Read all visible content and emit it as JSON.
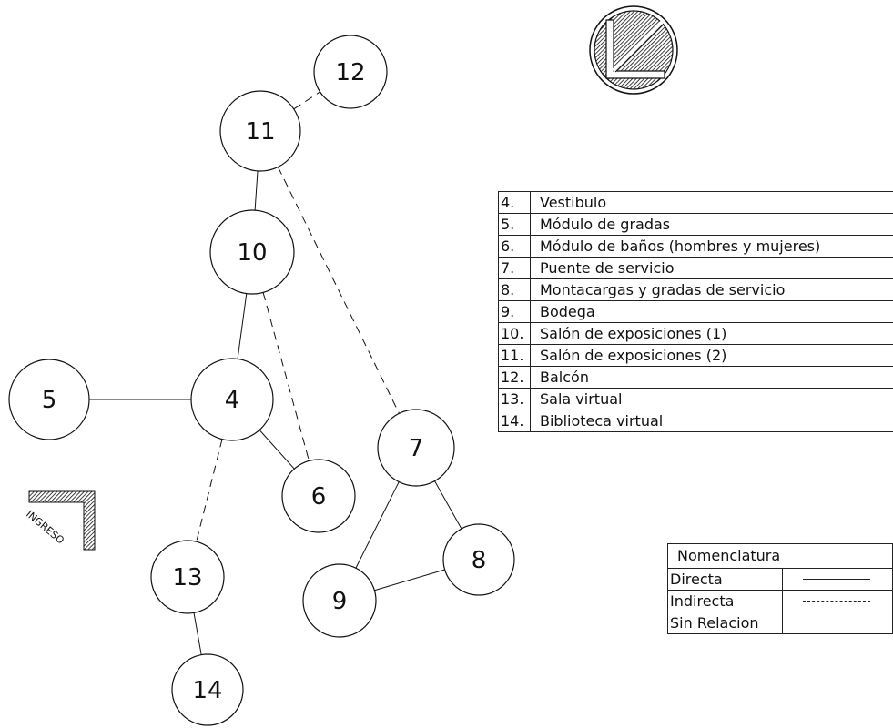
{
  "nodes": [
    {
      "id": "4",
      "label": "4"
    },
    {
      "id": "5",
      "label": "5"
    },
    {
      "id": "6",
      "label": "6"
    },
    {
      "id": "7",
      "label": "7"
    },
    {
      "id": "8",
      "label": "8"
    },
    {
      "id": "9",
      "label": "9"
    },
    {
      "id": "10",
      "label": "10"
    },
    {
      "id": "11",
      "label": "11"
    },
    {
      "id": "12",
      "label": "12"
    },
    {
      "id": "13",
      "label": "13"
    },
    {
      "id": "14",
      "label": "14"
    }
  ],
  "edges": [
    {
      "from": "11",
      "to": "12",
      "type": "indirecta"
    },
    {
      "from": "11",
      "to": "10",
      "type": "directa"
    },
    {
      "from": "11",
      "to": "7",
      "type": "indirecta"
    },
    {
      "from": "10",
      "to": "4",
      "type": "directa"
    },
    {
      "from": "10",
      "to": "6",
      "type": "indirecta"
    },
    {
      "from": "4",
      "to": "5",
      "type": "directa"
    },
    {
      "from": "4",
      "to": "6",
      "type": "directa"
    },
    {
      "from": "4",
      "to": "13",
      "type": "indirecta"
    },
    {
      "from": "13",
      "to": "14",
      "type": "directa"
    },
    {
      "from": "7",
      "to": "9",
      "type": "directa"
    },
    {
      "from": "7",
      "to": "8",
      "type": "directa"
    },
    {
      "from": "9",
      "to": "8",
      "type": "directa"
    }
  ],
  "ingreso": "INGRESO",
  "legend": [
    {
      "num": "4.",
      "name": "Vestibulo"
    },
    {
      "num": "5.",
      "name": "Módulo de gradas"
    },
    {
      "num": "6.",
      "name": "Módulo de baños (hombres y mujeres)"
    },
    {
      "num": "7.",
      "name": "Puente de servicio"
    },
    {
      "num": "8.",
      "name": "Montacargas y gradas de servicio"
    },
    {
      "num": "9.",
      "name": "Bodega"
    },
    {
      "num": "10.",
      "name": "Salón de exposiciones (1)"
    },
    {
      "num": "11.",
      "name": "Salón de exposiciones (2)"
    },
    {
      "num": "12.",
      "name": "Balcón"
    },
    {
      "num": "13.",
      "name": "Sala virtual"
    },
    {
      "num": "14.",
      "name": "Biblioteca virtual"
    }
  ],
  "nomenclatura": {
    "title": "Nomenclatura",
    "rows": [
      {
        "label": "Directa",
        "symbol": "solid"
      },
      {
        "label": "Indirecta",
        "symbol": "dashed"
      },
      {
        "label": "Sin Relacion",
        "symbol": "none"
      }
    ]
  },
  "colors": {
    "stroke": "#111111",
    "background": "#ffffff"
  }
}
